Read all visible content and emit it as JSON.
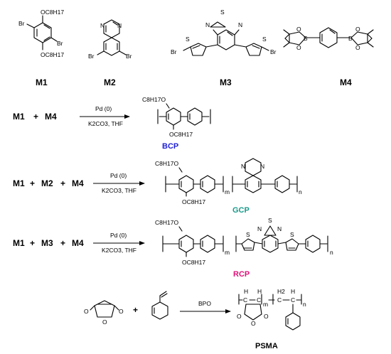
{
  "monomers": {
    "m1": "M1",
    "m2": "M2",
    "m3": "M3",
    "m4": "M4"
  },
  "atoms": {
    "br": "Br",
    "oc8h17": "OC8H17",
    "c8h17o": "C8H17O",
    "n": "N",
    "s": "S",
    "o": "O",
    "b": "B",
    "h": "H",
    "c": "C",
    "h2": "H2",
    "m": "m",
    "n_sub": "n"
  },
  "reactions": [
    {
      "lhs": [
        "M1",
        "+",
        "M4"
      ],
      "catalyst": "Pd (0)",
      "conditions": "K2CO3, THF",
      "product": "BCP",
      "product_color": "#1f1fd6"
    },
    {
      "lhs": [
        "M1",
        "+",
        "M2",
        "+",
        "M4"
      ],
      "catalyst": "Pd (0)",
      "conditions": "K2CO3, THF",
      "product": "GCP",
      "product_color": "#1a9a8a"
    },
    {
      "lhs": [
        "M1",
        "+",
        "M3",
        "+",
        "M4"
      ],
      "catalyst": "Pd (0)",
      "conditions": "K2CO3, THF",
      "product": "RCP",
      "product_color": "#e0137a"
    },
    {
      "lhs": [
        "+"
      ],
      "catalyst": "BPO",
      "conditions": "",
      "product": "PSMA",
      "product_color": "#000000"
    }
  ]
}
